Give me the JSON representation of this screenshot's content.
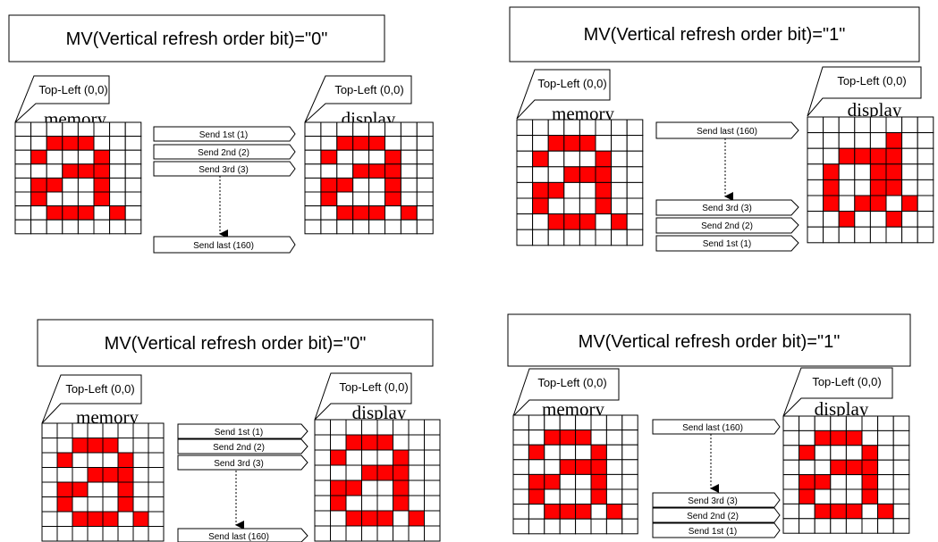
{
  "colors": {
    "on": "#ff0000",
    "off": "#ffffff",
    "grid": "#000000"
  },
  "panels": [
    {
      "title": "MV(Vertical refresh order bit)=\"0\"",
      "memory": {
        "corner": "Top-Left (0,0)",
        "caption": "memory"
      },
      "display": {
        "corner": "Top-Left (0,0)",
        "caption": "display"
      },
      "send": {
        "first": "Send 1st (1)",
        "second": "Send 2nd (2)",
        "third": "Send 3rd (3)",
        "last": "Send last (160)"
      }
    },
    {
      "title": "MV(Vertical refresh order bit)=\"1\"",
      "memory": {
        "corner": "Top-Left (0,0)",
        "caption": "memory"
      },
      "display": {
        "corner": "Top-Left (0,0)",
        "caption": "display"
      },
      "send": {
        "first": "Send 1st (1)",
        "second": "Send 2nd (2)",
        "third": "Send 3rd (3)",
        "last": "Send last (160)"
      }
    },
    {
      "title": "MV(Vertical refresh order bit)=\"0\"",
      "memory": {
        "corner": "Top-Left (0,0)",
        "caption": "memory"
      },
      "display": {
        "corner": "Top-Left (0,0)",
        "caption": "display"
      },
      "send": {
        "first": "Send 1st (1)",
        "second": "Send 2nd (2)",
        "third": "Send 3rd (3)",
        "last": "Send last (160)"
      }
    },
    {
      "title": "MV(Vertical refresh order bit)=\"1\"",
      "memory": {
        "corner": "Top-Left (0,0)",
        "caption": "memory"
      },
      "display": {
        "corner": "Top-Left (0,0)",
        "caption": "display"
      },
      "send": {
        "first": "Send 1st (1)",
        "second": "Send 2nd (2)",
        "third": "Send 3rd (3)",
        "last": "Send last (160)"
      }
    }
  ],
  "bitmaps": {
    "letter_a": [
      "00000000",
      "00111000",
      "01000100",
      "00011100",
      "01100100",
      "01000100",
      "00111010",
      "00000000"
    ],
    "letter_a_flipped": [
      "00000000",
      "00000100",
      "00111100",
      "01001100",
      "01001100",
      "01011010",
      "00100100",
      "00000000"
    ]
  }
}
